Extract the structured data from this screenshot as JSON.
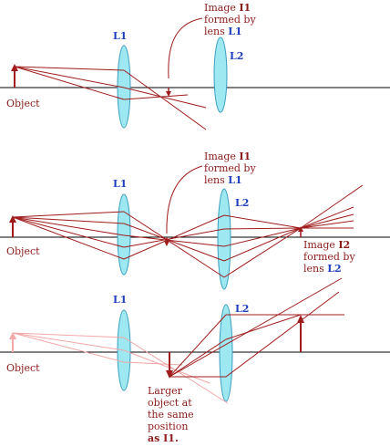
{
  "panel1": {
    "l1_label": "L1",
    "l2_label": "L2",
    "object_label": "Object",
    "image_line1_prefix": "Image ",
    "image_line1_bold": "I1",
    "image_line2": "formed by",
    "image_line3_prefix": "lens ",
    "image_line3_bold": "L1"
  },
  "panel2": {
    "l1_label": "L1",
    "l2_label": "L2",
    "object_label": "Object",
    "image_line1_prefix": "Image ",
    "image_line1_bold": "I1",
    "image_line2": "formed by",
    "image_line3_prefix": "lens ",
    "image_line3_bold": "L1",
    "image2_line1_prefix": "Image ",
    "image2_line1_bold": "I2",
    "image2_line2": "formed by",
    "image2_line3_prefix": "lens ",
    "image2_line3_bold": "L2"
  },
  "panel3": {
    "l1_label": "L1",
    "l2_label": "L2",
    "object_label": "Object",
    "note_line1": "Larger",
    "note_line2": "object at",
    "note_line3": "the same",
    "note_line4": "position",
    "note_line5": "as I1."
  },
  "colors": {
    "ray": "#a01c1c",
    "faded_ray": "#f0a8a8",
    "lens_fill": "#9ee8f2",
    "lens_stroke": "#3c9fc0",
    "axis": "#000000",
    "label": "#8b1a1a",
    "lens_label": "#1f3fbf"
  }
}
